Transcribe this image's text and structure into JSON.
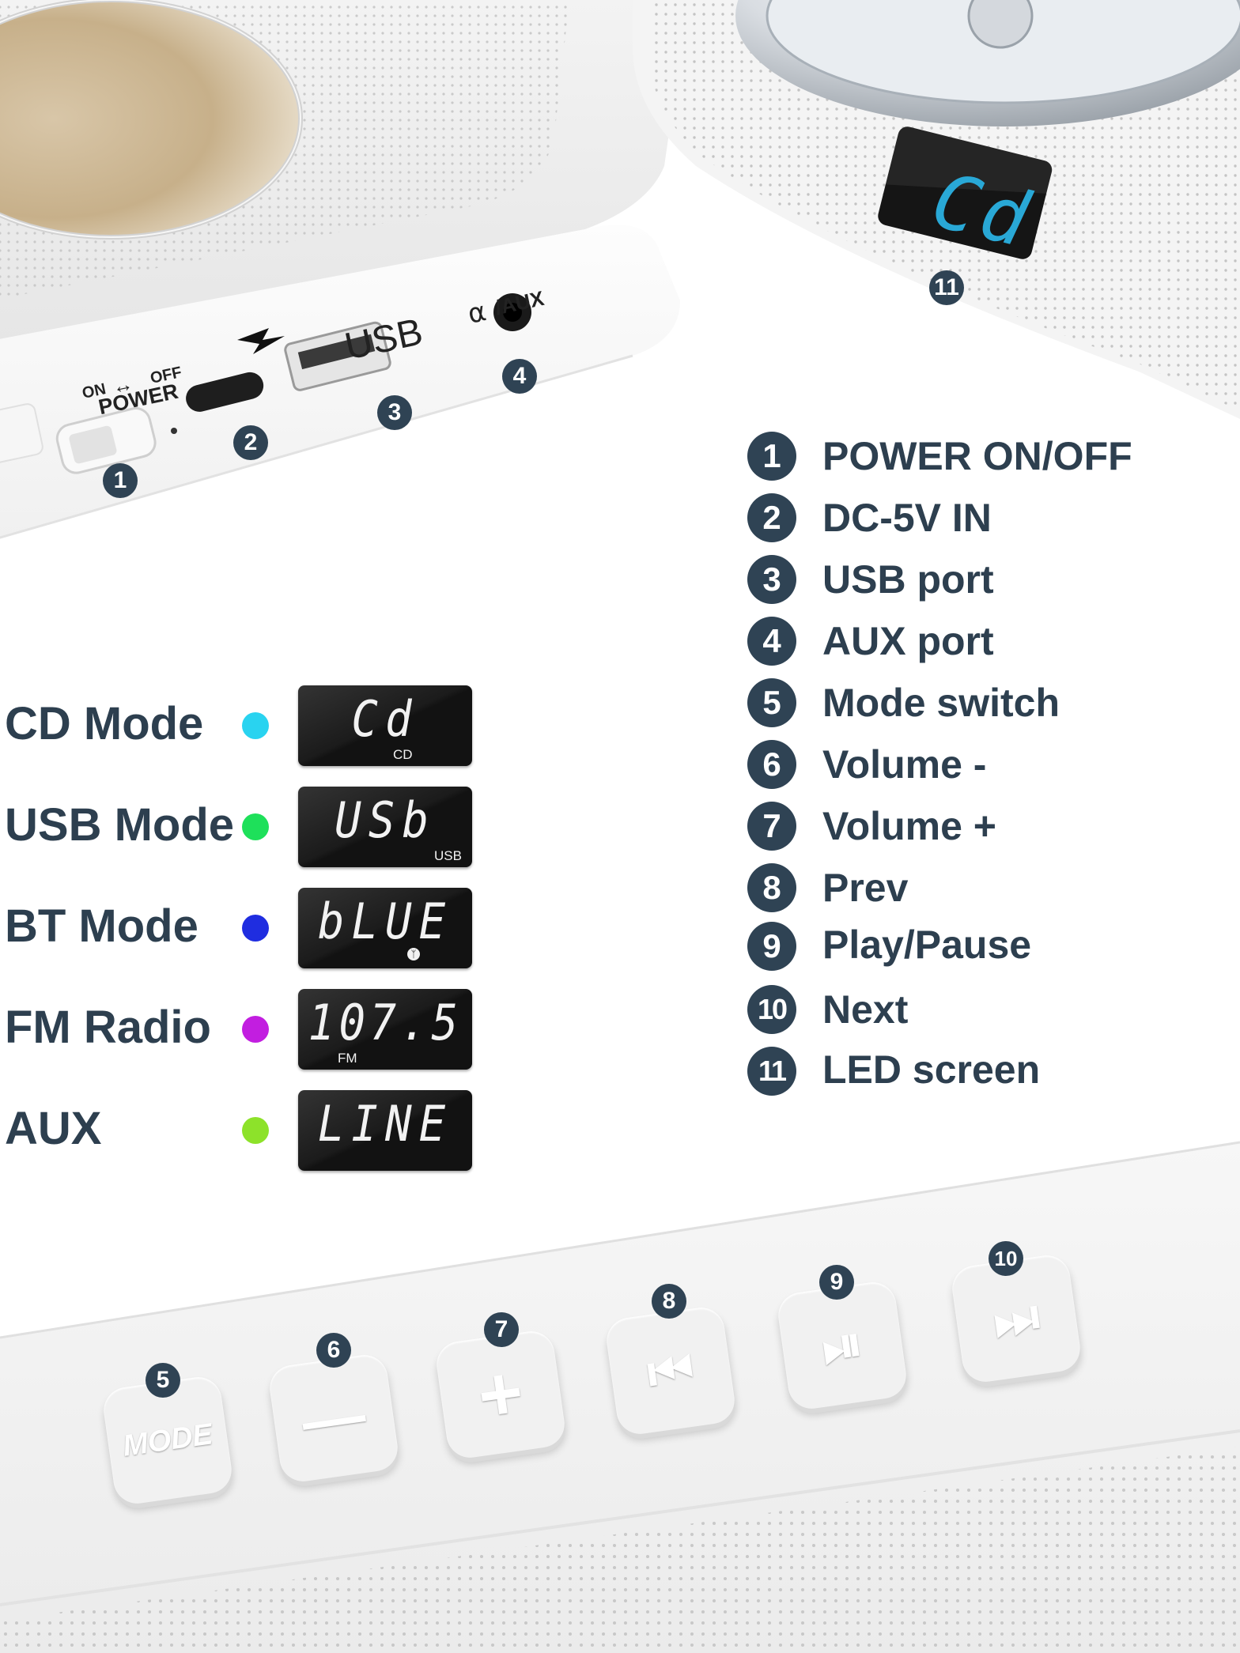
{
  "device_labels": {
    "power_on": "ON",
    "power_off": "OFF",
    "power": "POWER",
    "usb": "USB",
    "aux": "/AUX",
    "top_lcd": "Cd",
    "mode_button": "MODE"
  },
  "callouts": [
    "1",
    "2",
    "3",
    "4",
    "5",
    "6",
    "7",
    "8",
    "9",
    "10",
    "11"
  ],
  "legend": [
    {
      "num": "1",
      "label": "POWER ON/OFF"
    },
    {
      "num": "2",
      "label": "DC-5V IN"
    },
    {
      "num": "3",
      "label": "USB port"
    },
    {
      "num": "4",
      "label": "AUX port"
    },
    {
      "num": "5",
      "label": "Mode switch"
    },
    {
      "num": "6",
      "label": "Volume -"
    },
    {
      "num": "7",
      "label": "Volume +"
    },
    {
      "num": "8",
      "label": "Prev"
    },
    {
      "num": "9",
      "label": "Play/Pause"
    },
    {
      "num": "10",
      "label": "Next"
    },
    {
      "num": "11",
      "label": "LED screen"
    }
  ],
  "modes": [
    {
      "label": "CD Mode",
      "color": "#29d3f0",
      "display": "Cd",
      "sub": "CD"
    },
    {
      "label": "USB Mode",
      "color": "#1ee05a",
      "display": "USb",
      "sub": "USB"
    },
    {
      "label": "BT Mode",
      "color": "#1f2de0",
      "display": "bLUE",
      "sub": "bluetooth-icon"
    },
    {
      "label": "FM Radio",
      "color": "#c21ee0",
      "display": "107.5",
      "sub": "FM"
    },
    {
      "label": "AUX",
      "color": "#8de22a",
      "display": "LINE",
      "sub": ""
    }
  ]
}
